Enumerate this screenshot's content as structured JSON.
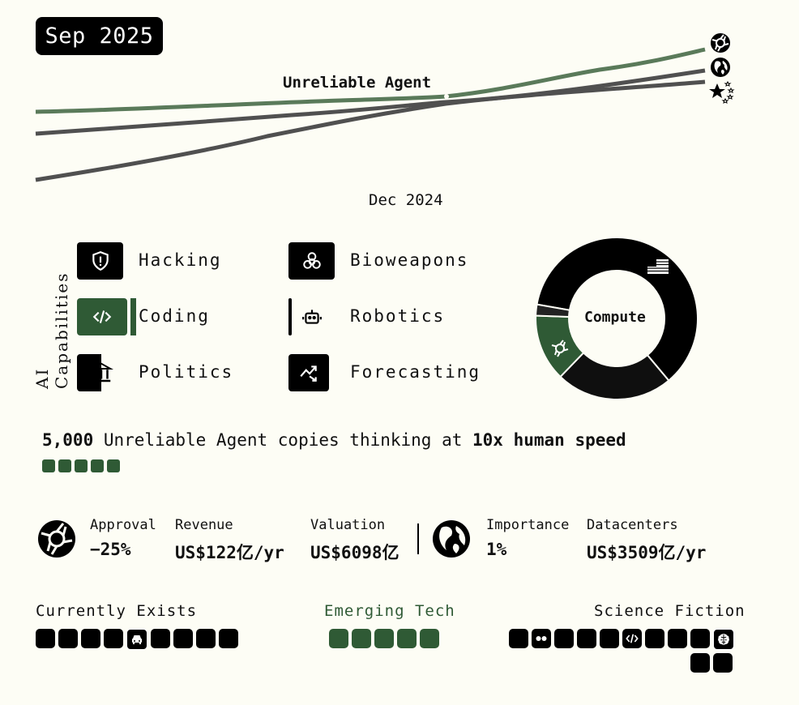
{
  "header": {
    "date": "Sep 2025"
  },
  "chart_data": {
    "type": "line",
    "series_label": "Unreliable Agent",
    "marker_label": "Dec 2024",
    "series": [
      {
        "icon": "openai-icon",
        "color": "#5a7a5a"
      },
      {
        "icon": "globe-icon",
        "color": "#505050"
      },
      {
        "icon": "eu-stars-icon",
        "color": "#505050"
      }
    ]
  },
  "capabilities": {
    "title": "AI Capabilities",
    "items": [
      {
        "label": "Hacking",
        "icon": "shield-icon"
      },
      {
        "label": "Bioweapons",
        "icon": "biohazard-icon"
      },
      {
        "label": "Coding",
        "icon": "code-icon"
      },
      {
        "label": "Robotics",
        "icon": "robot-icon"
      },
      {
        "label": "Politics",
        "icon": "government-icon"
      },
      {
        "label": "Forecasting",
        "icon": "trend-icon"
      }
    ]
  },
  "compute": {
    "label": "Compute",
    "slices": [
      {
        "name": "us-flag",
        "icon": "us-flag-icon",
        "color": "#000000",
        "value": 55
      },
      {
        "name": "other",
        "color": "#0f0f0f",
        "value": 21
      },
      {
        "name": "openai",
        "icon": "openai-icon",
        "color": "#2f5a35",
        "value": 12
      },
      {
        "name": "small",
        "color": "#222222",
        "value": 2
      }
    ]
  },
  "copies": {
    "count": "5,000",
    "text": " Unreliable Agent copies thinking at ",
    "speed": "10x human speed",
    "squares": 5
  },
  "metrics": {
    "company": [
      {
        "title": "Approval",
        "value": "−25%"
      },
      {
        "title": "Revenue",
        "value": "US$122亿/yr"
      },
      {
        "title": "Valuation",
        "value": "US$6098亿"
      }
    ],
    "world": [
      {
        "title": "Importance",
        "value": "1%"
      },
      {
        "title": "Datacenters",
        "value": "US$3509亿/yr"
      }
    ]
  },
  "tiers": {
    "current": {
      "label": "Currently Exists"
    },
    "emerging": {
      "label": "Emerging Tech"
    },
    "scifi": {
      "label": "Science Fiction"
    }
  }
}
